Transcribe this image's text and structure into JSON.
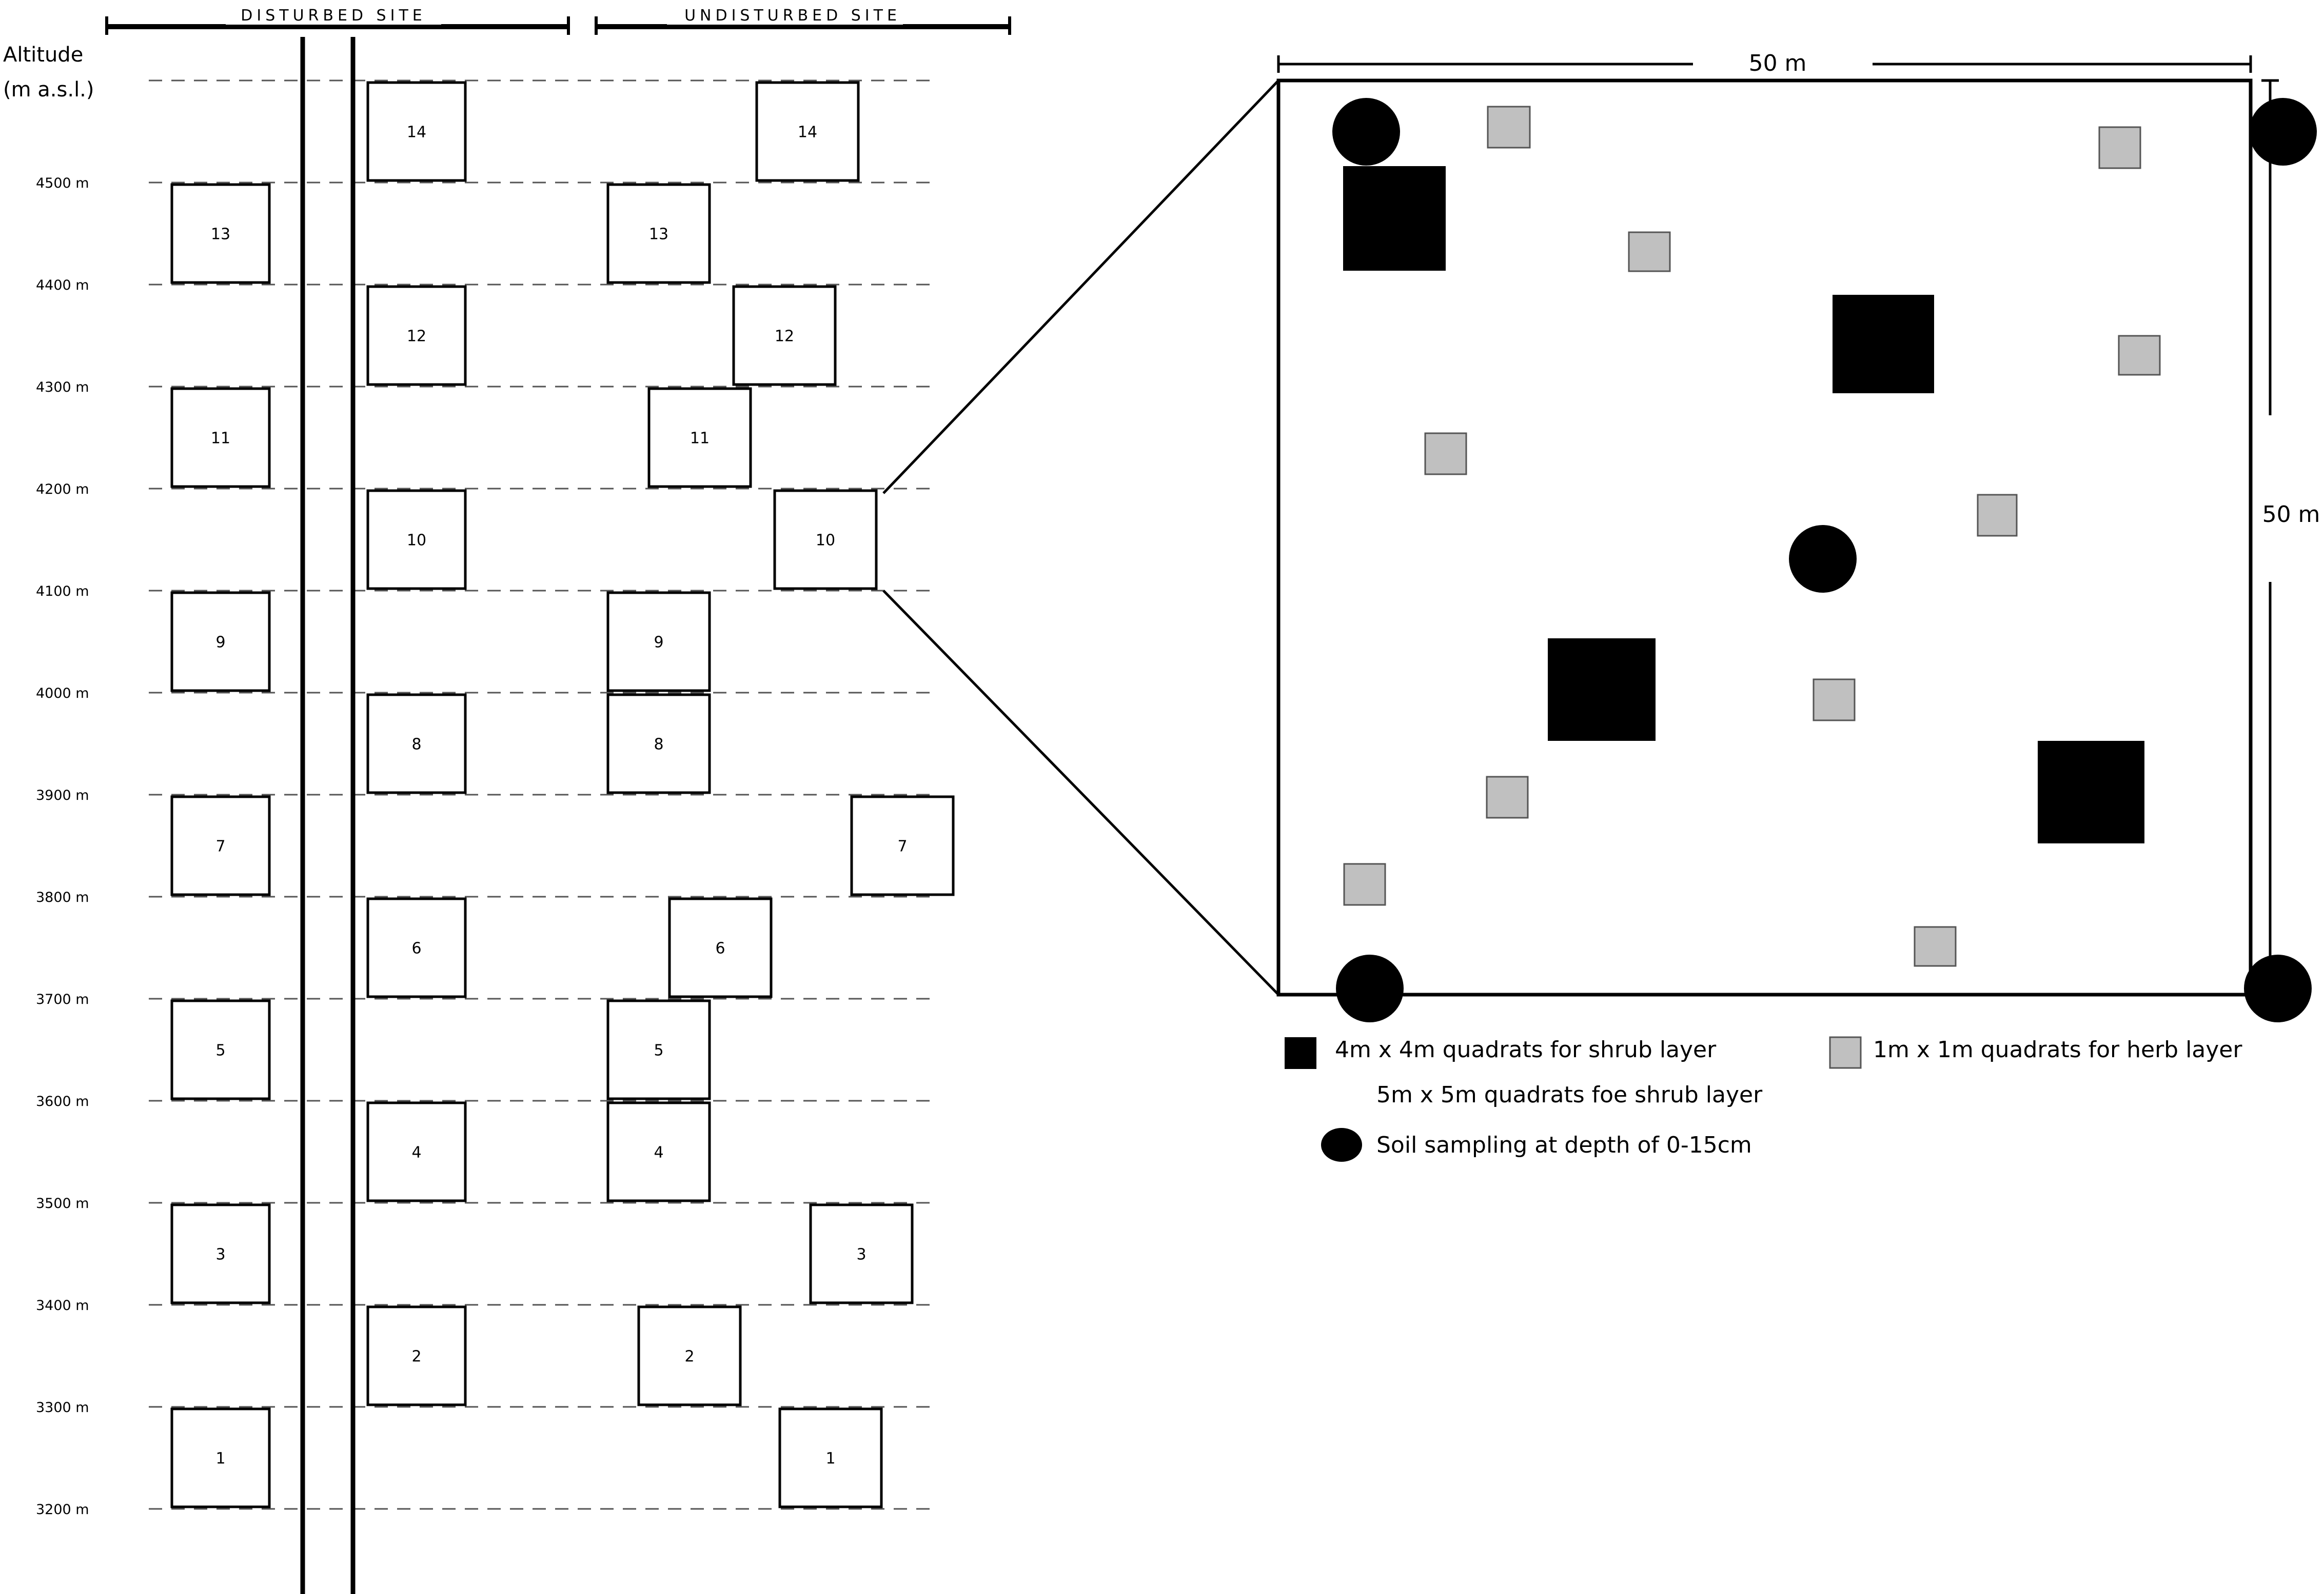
{
  "headers": {
    "disturbed": "DISTURBED SITE",
    "undisturbed": "UNDISTURBED SITE"
  },
  "axis": {
    "title_line1": "Altitude",
    "title_line2": "(m a.s.l.)",
    "altitudes": [
      "4500 m",
      "4400 m",
      "4300 m",
      "4200 m",
      "4100 m",
      "4000 m",
      "3900 m",
      "3800 m",
      "3700 m",
      "3600 m",
      "3500 m",
      "3400 m",
      "3300 m",
      "3200 m"
    ],
    "altitude_values": [
      4500,
      4400,
      4300,
      4200,
      4100,
      4000,
      3900,
      3800,
      3700,
      3600,
      3500,
      3400,
      3300,
      3200
    ]
  },
  "plots": {
    "labels": [
      "1",
      "2",
      "3",
      "4",
      "5",
      "6",
      "7",
      "8",
      "9",
      "10",
      "11",
      "12",
      "13",
      "14"
    ],
    "disturbed_side": [
      "left",
      "right",
      "left",
      "right",
      "left",
      "right",
      "left",
      "right",
      "left",
      "right",
      "left",
      "right",
      "left",
      "right"
    ],
    "undisturbed_side": [
      "right",
      "left",
      "right",
      "left",
      "left",
      "left",
      "right",
      "left",
      "left",
      "right",
      "left",
      "right",
      "left",
      "right"
    ],
    "enlarged_plot": "10"
  },
  "detail": {
    "width_label": "50 m",
    "height_label": "50 m"
  },
  "legend": {
    "shrub_4m": "4m x 4m quadrats for shrub layer",
    "herb_1m": "1m x 1m quadrats for herb layer",
    "shrub_5m": "5m x 5m quadrats foe shrub layer",
    "soil": "Soil sampling at depth of 0-15cm"
  },
  "colors": {
    "shrub_quadrat": "#000000",
    "herb_quadrat": "#c0c0c0",
    "soil_point": "#000000"
  }
}
